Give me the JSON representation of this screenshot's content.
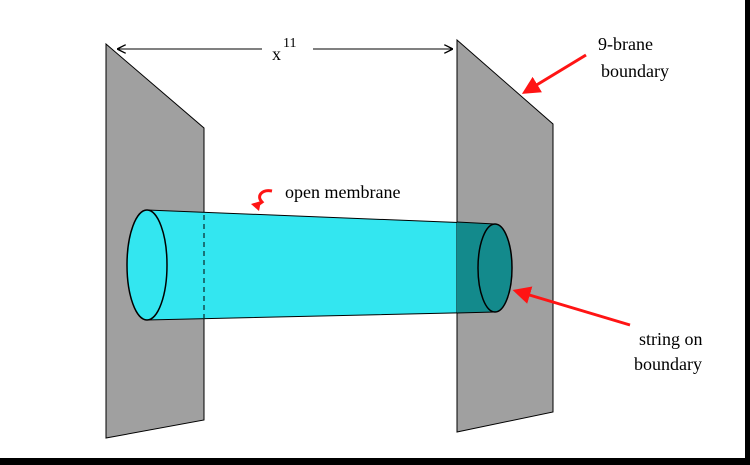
{
  "diagram": {
    "axis_label": "x",
    "axis_superscript": "11",
    "labels": {
      "boundary_line1": "9-brane",
      "boundary_line2": "boundary",
      "membrane": "open membrane",
      "string_line1": "string on",
      "string_line2": "boundary"
    },
    "colors": {
      "background": "#ffffff",
      "frame": "#000000",
      "brane": "#a0a0a0",
      "membrane": "#33e6f0",
      "membrane_dark": "#138a8c",
      "arrow_red": "#ff1414"
    }
  }
}
